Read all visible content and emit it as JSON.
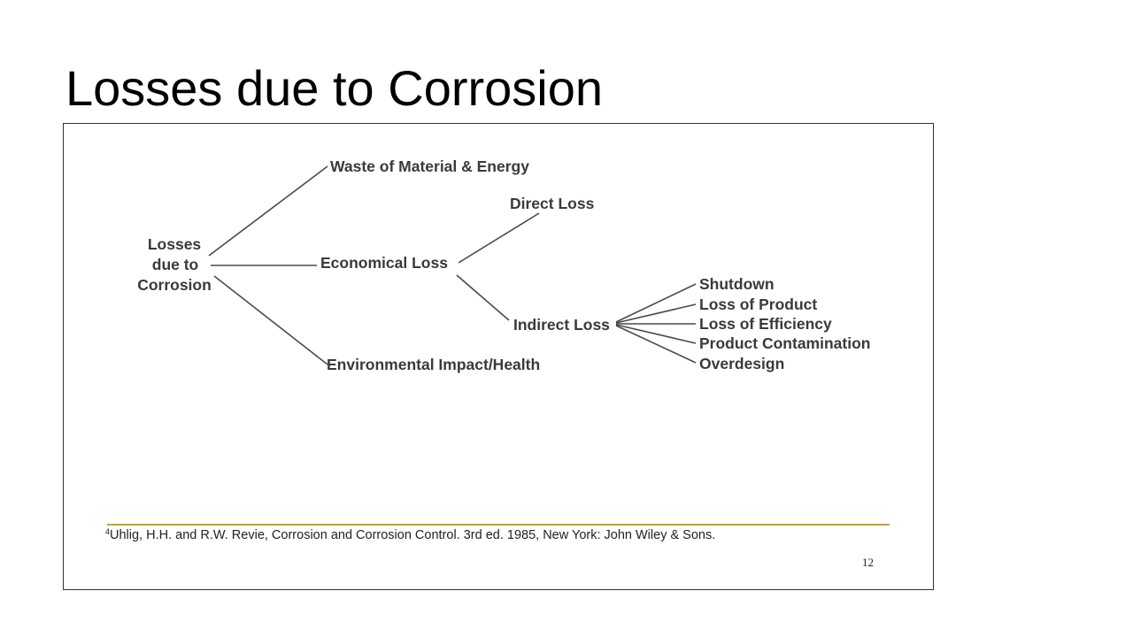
{
  "slide": {
    "title": "Losses due to Corrosion"
  },
  "diagram": {
    "root": {
      "lines": [
        "Losses",
        "due to",
        "Corrosion"
      ]
    },
    "level1": [
      "Waste of Material & Energy",
      "Economical Loss",
      "Environmental Impact/Health"
    ],
    "economical_children": [
      "Direct Loss",
      "Indirect Loss"
    ],
    "indirect_children": [
      "Shutdown",
      "Loss of Product",
      "Loss of Efficiency",
      "Product Contamination",
      "Overdesign"
    ]
  },
  "footnote": {
    "marker": "4",
    "text": "Uhlig, H.H. and R.W. Revie, Corrosion and Corrosion Control. 3rd ed. 1985, New York: John Wiley & Sons.",
    "rule_color": "#c9a227"
  },
  "page_number": "12"
}
